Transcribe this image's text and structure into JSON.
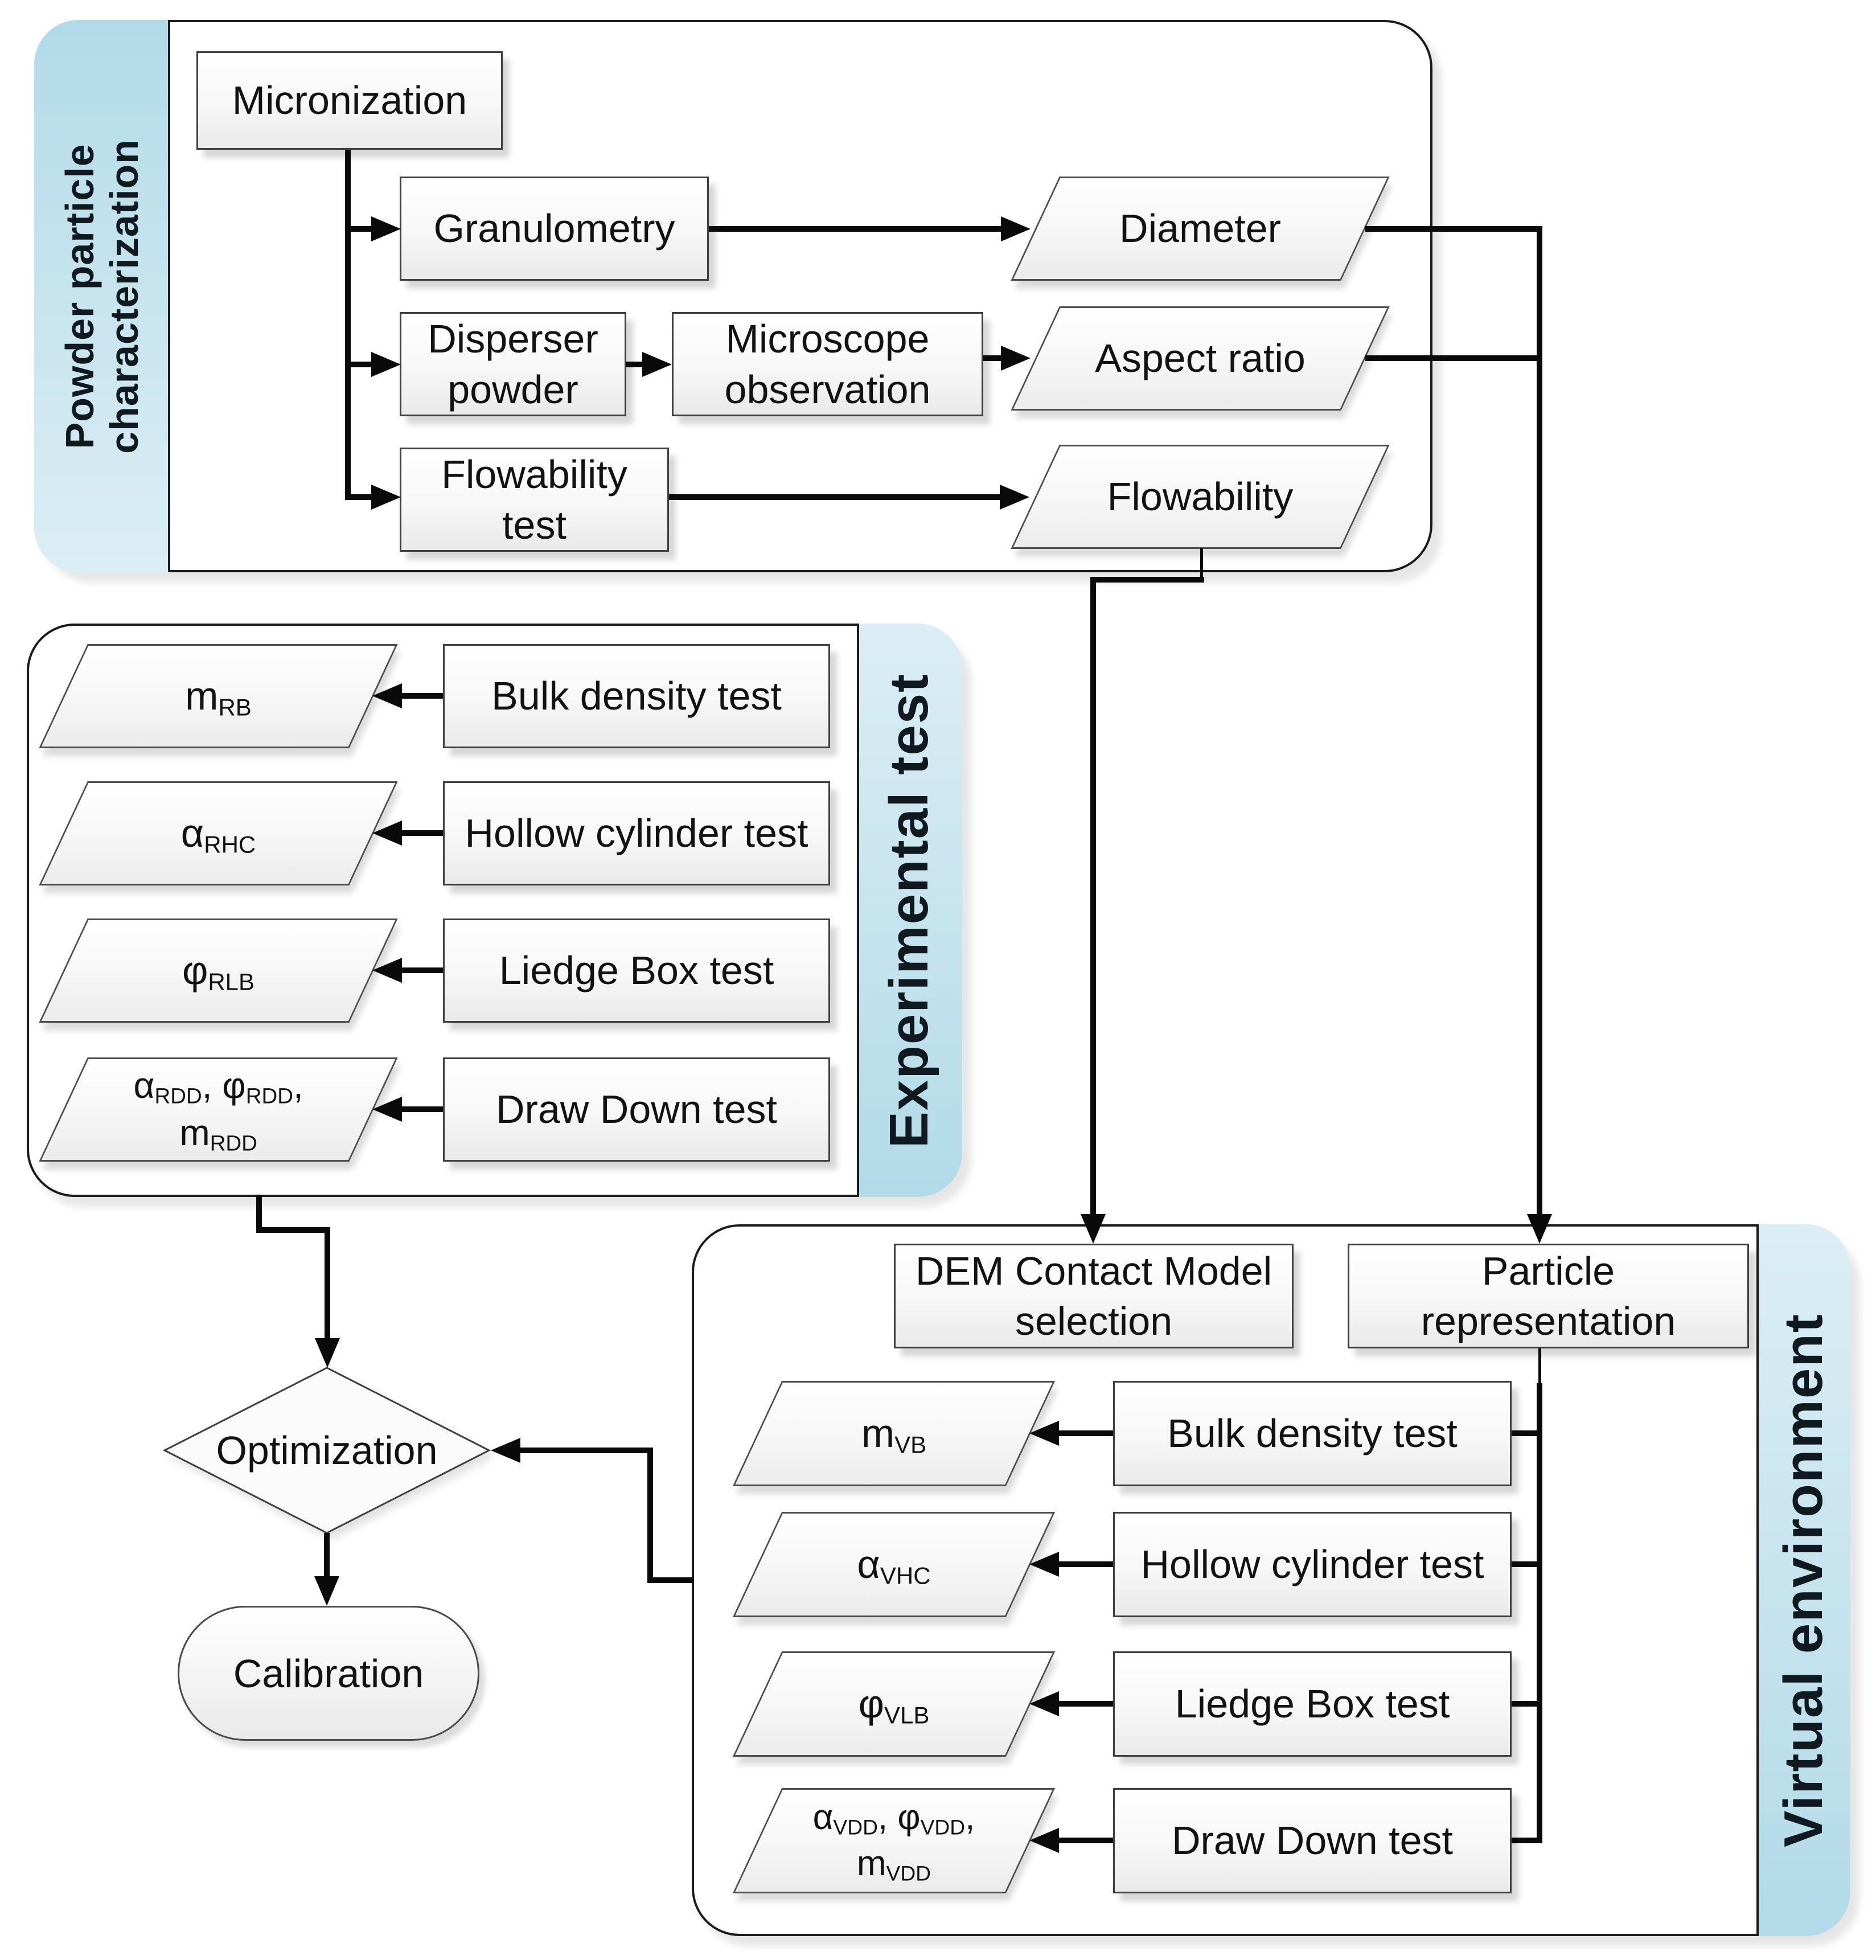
{
  "colors": {
    "strip-light": "#dceef5",
    "strip-deep": "#b2dae8",
    "box-border": "#3f3f3f",
    "line": "#0a0a0a",
    "text": "#121212"
  },
  "sections": {
    "powder": {
      "label_line1": "Powder particle",
      "label_line2": "characterization"
    },
    "experimental": {
      "label": "Experimental test"
    },
    "virtual": {
      "label": "Virtual environment"
    }
  },
  "powder": {
    "micronization": "Micronization",
    "granulometry": "Granulometry",
    "diameter": "Diameter",
    "disperser_line1": "Disperser",
    "disperser_line2": "powder",
    "microscope_line1": "Microscope",
    "microscope_line2": "observation",
    "aspect_ratio": "Aspect ratio",
    "flowability_test_line1": "Flowability",
    "flowability_test_line2": "test",
    "flowability_output": "Flowability"
  },
  "experimental": {
    "rows": [
      {
        "test": "Bulk density test",
        "out_base": "m",
        "out_sub": "RB"
      },
      {
        "test": "Hollow cylinder test",
        "out_base": "α",
        "out_sub": "RHC"
      },
      {
        "test": "Liedge Box test",
        "out_base": "φ",
        "out_sub": "RLB"
      },
      {
        "test": "Draw Down test",
        "out_p1_base": "α",
        "out_p1_sub": "RDD",
        "out_p1_comma": ", ",
        "out_p2_base": "φ",
        "out_p2_sub": "RDD",
        "out_p2_comma": ",",
        "out_p3_base": "m",
        "out_p3_sub": "RDD"
      }
    ]
  },
  "virtual": {
    "dem_line1": "DEM Contact Model",
    "dem_line2": "selection",
    "particle_line1": "Particle",
    "particle_line2": "representation",
    "rows": [
      {
        "test": "Bulk density test",
        "out_base": "m",
        "out_sub": "VB"
      },
      {
        "test": "Hollow cylinder test",
        "out_base": "α",
        "out_sub": "VHC"
      },
      {
        "test": "Liedge Box test",
        "out_base": "φ",
        "out_sub": "VLB"
      },
      {
        "test": "Draw Down test",
        "out_p1_base": "α",
        "out_p1_sub": "VDD",
        "out_p1_comma": ", ",
        "out_p2_base": "φ",
        "out_p2_sub": "VDD",
        "out_p2_comma": ",",
        "out_p3_base": "m",
        "out_p3_sub": "VDD"
      }
    ]
  },
  "decision": {
    "optimization": "Optimization"
  },
  "terminator": {
    "calibration": "Calibration"
  }
}
